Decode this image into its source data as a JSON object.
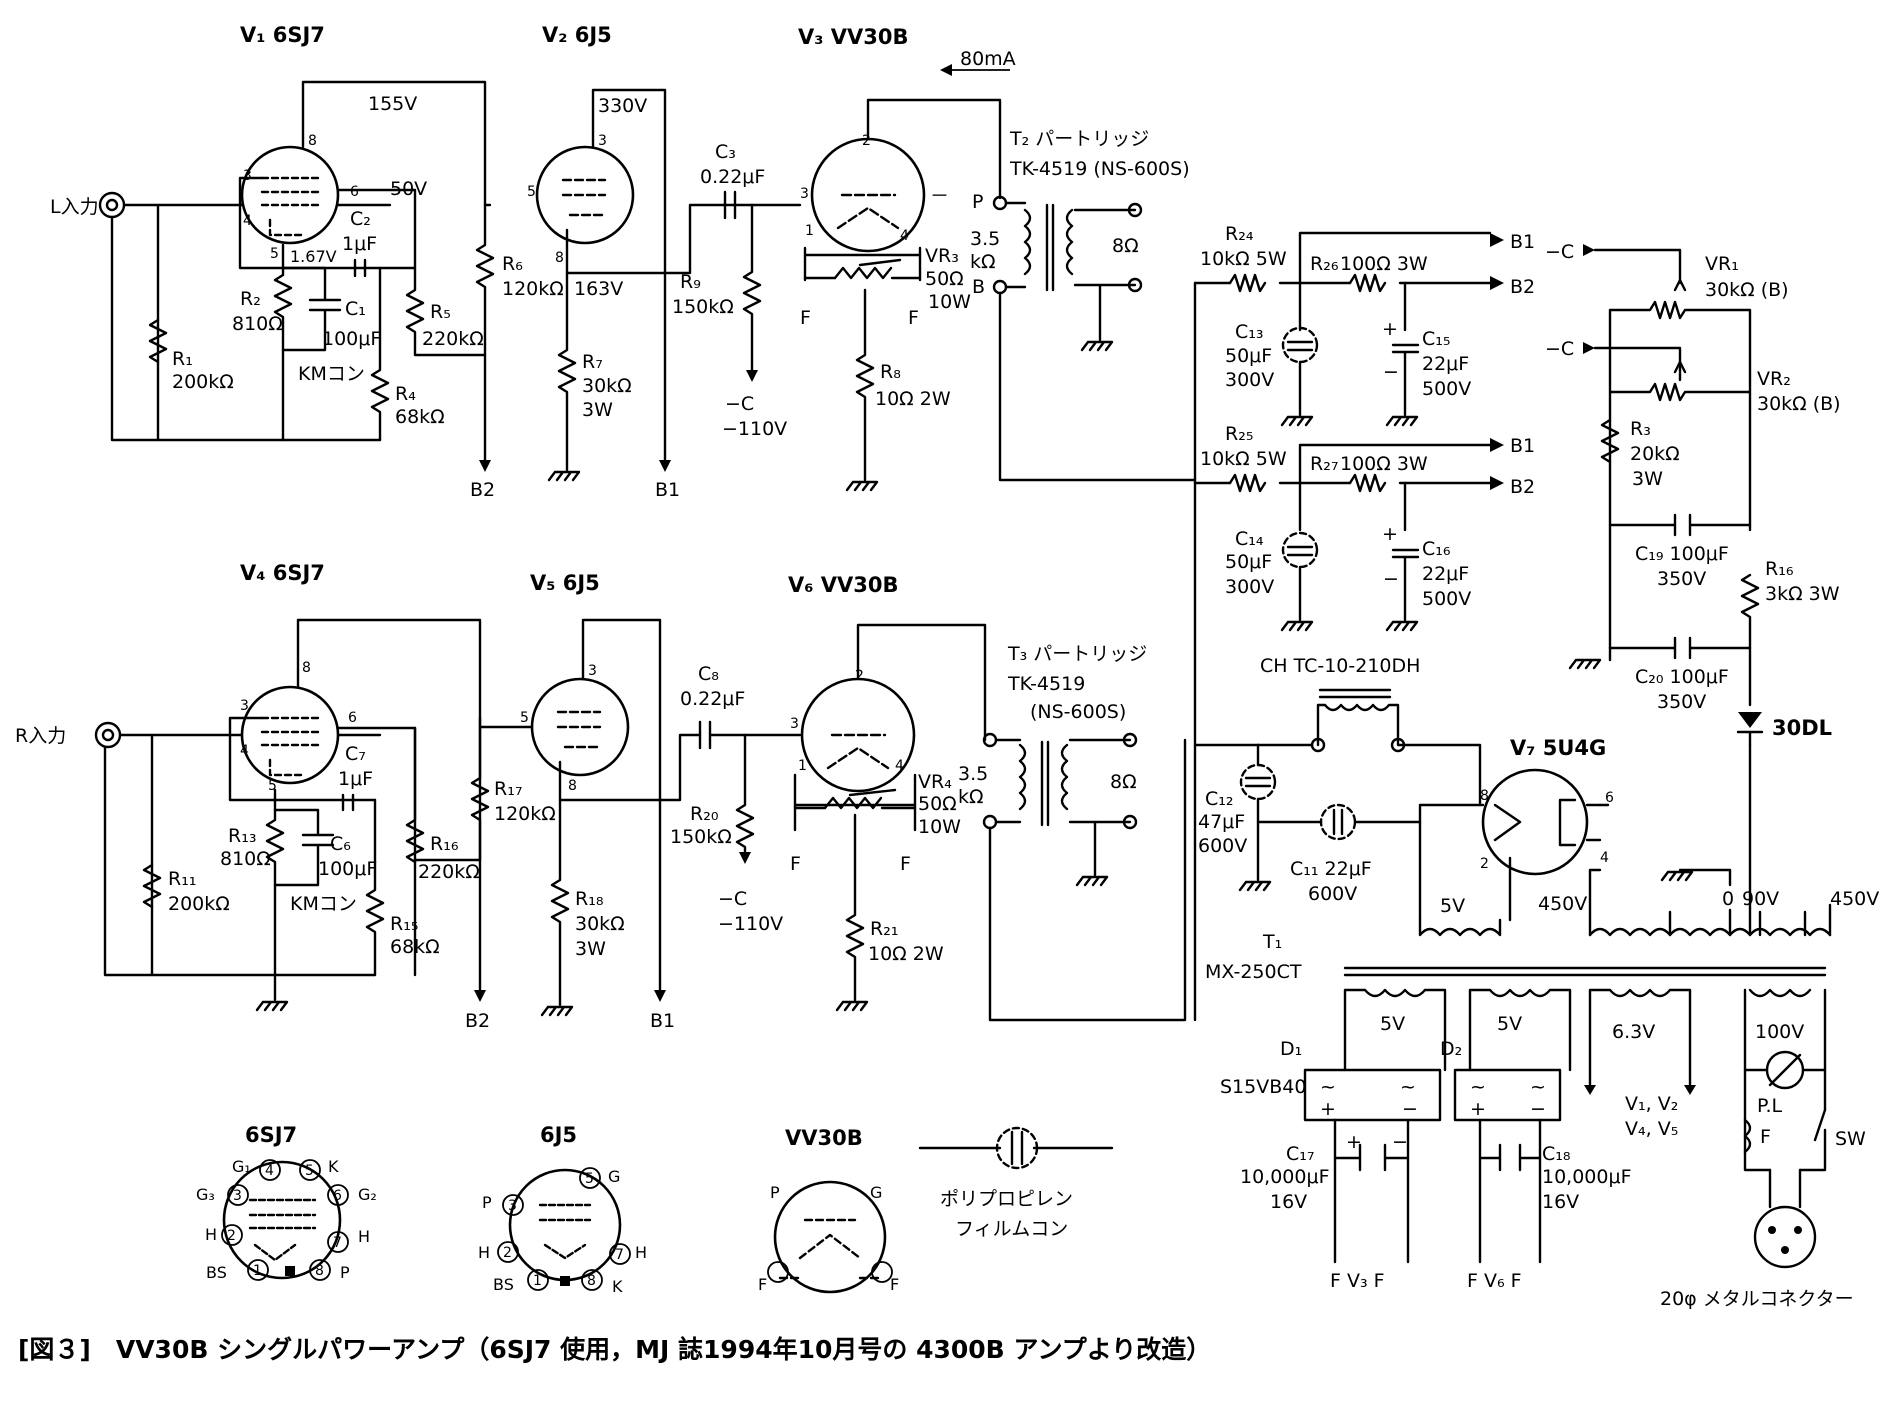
{
  "caption": "[図３]　VV30B シングルパワーアンプ（6SJ7 使用，MJ 誌1994年10月号の 4300B アンプより改造）",
  "tubes": {
    "v1": "V₁ 6SJ7",
    "v2": "V₂ 6J5",
    "v3": "V₃ VV30B",
    "v4": "V₄ 6SJ7",
    "v5": "V₅ 6J5",
    "v6": "V₆ VV30B",
    "v7": "V₇ 5U4G"
  },
  "inputs": {
    "left": "L入力",
    "right": "R入力"
  },
  "voltages": {
    "v1_plate_supply": "155V",
    "v1_screen": "50V",
    "v1_cathode": "1.67V",
    "v2_plate": "330V",
    "v2_cathode": "163V",
    "current": "80mA",
    "bias_left": "−110V",
    "bias_right": "−110V"
  },
  "left_channel": {
    "R1": [
      "R₁",
      "200kΩ"
    ],
    "R2": [
      "R₂",
      "810Ω"
    ],
    "C1": [
      "C₁",
      "100μF"
    ],
    "km": "KMコン",
    "C2": [
      "C₂",
      "1μF"
    ],
    "R4": [
      "R₄",
      "68kΩ"
    ],
    "R5": [
      "R₅",
      "220kΩ"
    ],
    "R6": [
      "R₆",
      "120kΩ"
    ],
    "R7": [
      "R₇",
      "30kΩ",
      "3W"
    ],
    "C3": [
      "C₃",
      "0.22μF"
    ],
    "R9": [
      "R₉",
      "150kΩ"
    ],
    "cl": "−C",
    "VR3": [
      "VR₃",
      "50Ω",
      "10W"
    ],
    "R8": [
      "R₈",
      "10Ω 2W"
    ],
    "T2": [
      "T₂ パートリッジ",
      "TK-4519 (NS-600S)"
    ]
  },
  "right_channel": {
    "R11": [
      "R₁₁",
      "200kΩ"
    ],
    "R13": [
      "R₁₃",
      "810Ω"
    ],
    "C6": [
      "C₆",
      "100μF"
    ],
    "km": "KMコン",
    "C7": [
      "C₇",
      "1μF"
    ],
    "R15": [
      "R₁₅",
      "68kΩ"
    ],
    "R16": [
      "R₁₆",
      "220kΩ"
    ],
    "R17": [
      "R₁₇",
      "120kΩ"
    ],
    "R18": [
      "R₁₈",
      "30kΩ",
      "3W"
    ],
    "C8": [
      "C₈",
      "0.22μF"
    ],
    "R20": [
      "R₂₀",
      "150kΩ"
    ],
    "cr": "−C",
    "VR4": [
      "VR₄",
      "50Ω",
      "10W"
    ],
    "R21": [
      "R₂₁",
      "10Ω 2W"
    ],
    "T3": [
      "T₃ パートリッジ",
      "TK-4519",
      "(NS-600S)"
    ]
  },
  "trans": {
    "pri": "3.5",
    "kohm": "kΩ",
    "sec": "8Ω",
    "P": "P",
    "B": "B"
  },
  "pins": {
    "p1": "1",
    "p2": "2",
    "p3": "3",
    "p4": "4",
    "p5": "5",
    "p6": "6",
    "p8": "8"
  },
  "filament": "F",
  "power": {
    "R24": [
      "R₂₄",
      "10kΩ 5W"
    ],
    "R26": [
      "R₂₆",
      "100Ω 3W"
    ],
    "C13": [
      "C₁₃",
      "50μF",
      "300V"
    ],
    "C15": [
      "C₁₅",
      "22μF",
      "500V"
    ],
    "R25": [
      "R₂₅",
      "10kΩ 5W"
    ],
    "R27": [
      "R₂₇",
      "100Ω 3W"
    ],
    "C14": [
      "C₁₄",
      "50μF",
      "300V"
    ],
    "C16": [
      "C₁₆",
      "22μF",
      "500V"
    ],
    "B1": "B1",
    "B2": "B2",
    "choke": "CH TC-10-210DH",
    "C12": [
      "C₁₂",
      "47μF",
      "600V"
    ],
    "C11": [
      "C₁₁ 22μF",
      "600V"
    ],
    "T1": [
      "T₁",
      "MX-250CT"
    ],
    "taps": [
      "450V",
      "0",
      "90V",
      "450V"
    ],
    "v5": "5V",
    "v63": "6.3V",
    "v100": "100V",
    "D1": "D₁",
    "D2": "D₂",
    "bridge": "S15VB40",
    "C17": [
      "C₁₇",
      "10,000μF",
      "16V"
    ],
    "C18": [
      "C₁₈",
      "10,000μF",
      "16V"
    ],
    "fv3": "F  V₃  F",
    "fv6": "F  V₆  F",
    "heaters": [
      "V₁, V₂",
      "V₄, V₅"
    ],
    "pl": "P.L",
    "fuse": "F",
    "sw": "SW",
    "connector": "20φ メタルコネクター"
  },
  "bias": {
    "cl": "−C",
    "cr": "−C",
    "VR1": [
      "VR₁",
      "30kΩ (B)"
    ],
    "VR2": [
      "VR₂",
      "30kΩ (B)"
    ],
    "R3": [
      "R₃",
      "20kΩ",
      "3W"
    ],
    "C19": [
      "C₁₉ 100μF",
      "350V"
    ],
    "R16": [
      "R₁₆",
      "3kΩ 3W"
    ],
    "C20": [
      "C₂₀ 100μF",
      "350V"
    ],
    "diode": "30DL"
  },
  "legend": {
    "t6sj7": "6SJ7",
    "t6j5": "6J5",
    "tvv30b": "VV30B",
    "pp_name1": "ポリプロピレン",
    "pp_name2": "フィルムコン",
    "pins_6sj7": [
      "G₁",
      "K",
      "G₃",
      "G₂",
      "H",
      "H",
      "BS",
      "P",
      "1",
      "2",
      "3",
      "4",
      "5",
      "6",
      "7",
      "8"
    ],
    "pins_6j5": [
      "P",
      "G",
      "H",
      "H",
      "BS",
      "K",
      "3",
      "5",
      "2",
      "7",
      "1",
      "8"
    ],
    "pins_vv30b": [
      "P",
      "G",
      "F",
      "F"
    ]
  }
}
